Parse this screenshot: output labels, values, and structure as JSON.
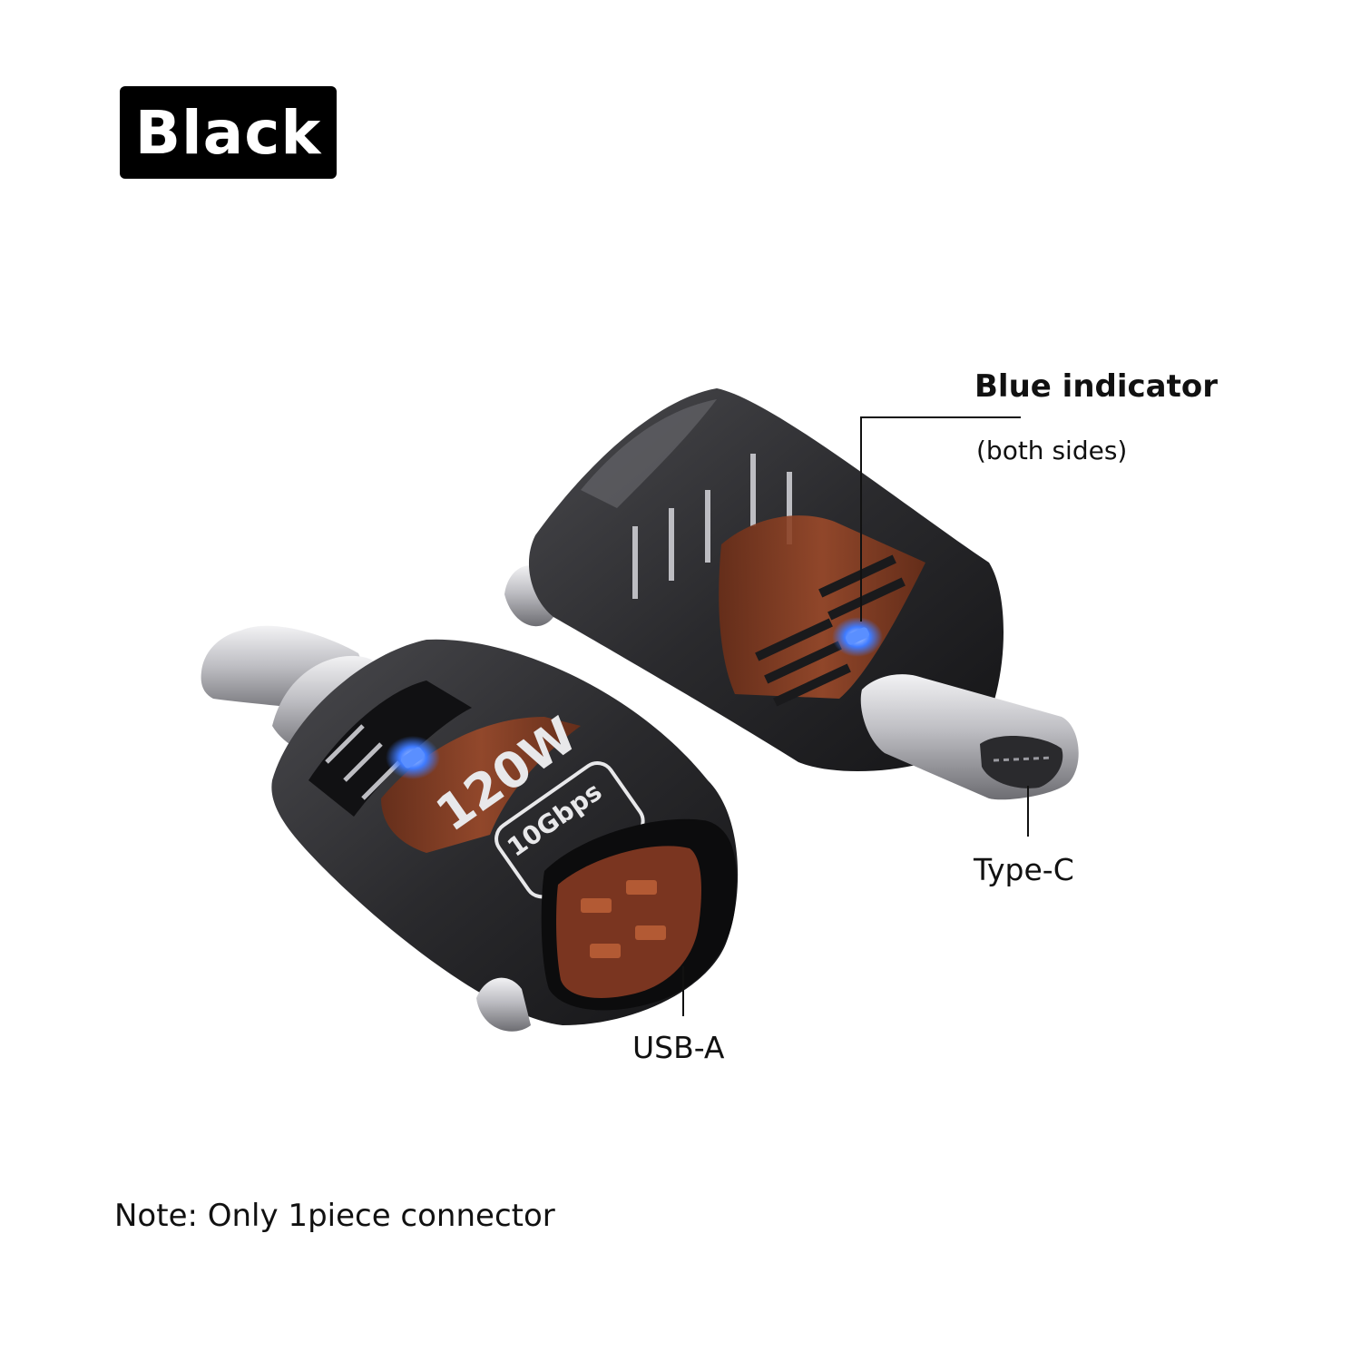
{
  "badge": {
    "text": "Black"
  },
  "callouts": {
    "indicator_title": "Blue indicator",
    "indicator_sub": "(both sides)",
    "type_c": "Type-C",
    "usb_a": "USB-A"
  },
  "product": {
    "power_label": "120W",
    "speed_label": "10Gbps",
    "indicator_color": "#3f7bff"
  },
  "note": "Note: Only 1piece connector",
  "colors": {
    "shell": "#2b2b2d",
    "inner_band": "#8a3e22",
    "metal": "#c9c9cc"
  }
}
